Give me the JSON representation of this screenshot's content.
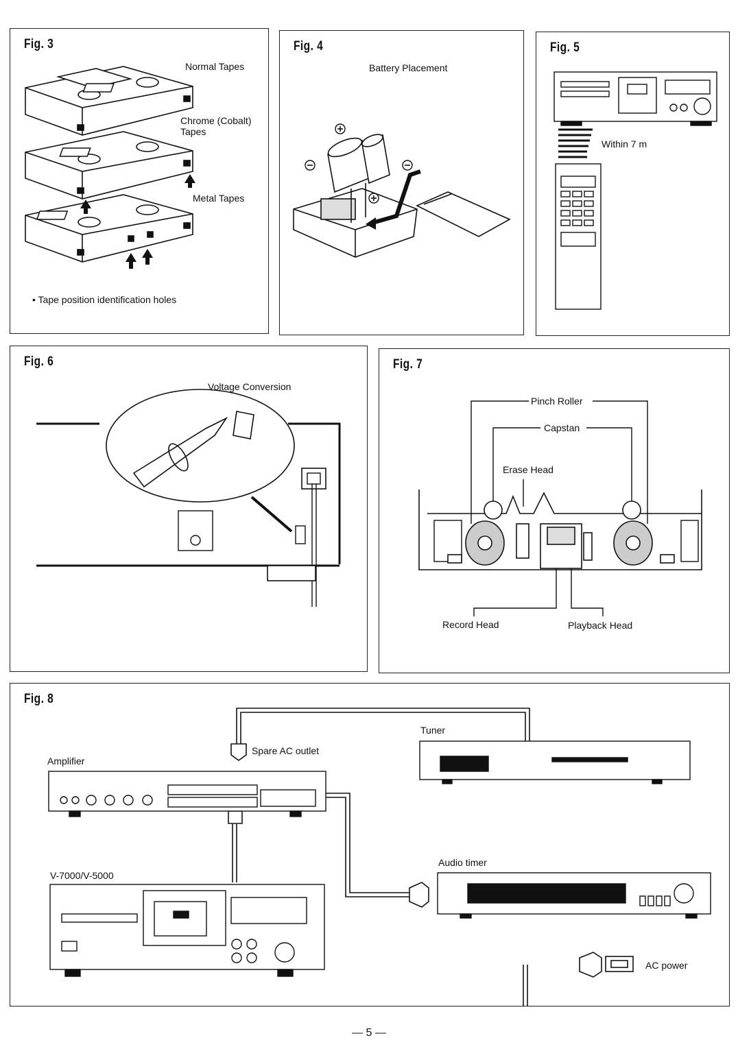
{
  "page_number": "— 5 —",
  "fig3": {
    "title": "Fig. 3",
    "normal": "Normal Tapes",
    "chrome1": "Chrome (Cobalt)",
    "chrome2": "Tapes",
    "metal": "Metal Tapes",
    "note": "• Tape position identification holes"
  },
  "fig4": {
    "title": "Fig. 4",
    "caption": "Battery Placement"
  },
  "fig5": {
    "title": "Fig. 5",
    "distance": "Within 7 m"
  },
  "fig6": {
    "title": "Fig. 6",
    "caption": "Voltage Conversion"
  },
  "fig7": {
    "title": "Fig. 7",
    "pinch": "Pinch Roller",
    "capstan": "Capstan",
    "erase": "Erase Head",
    "record": "Record Head",
    "playback": "Playback Head"
  },
  "fig8": {
    "title": "Fig. 8",
    "spare": "Spare AC outlet",
    "tuner": "Tuner",
    "amplifier": "Amplifier",
    "deck": "V-7000/V-5000",
    "timer": "Audio timer",
    "ac_power": "AC power"
  }
}
